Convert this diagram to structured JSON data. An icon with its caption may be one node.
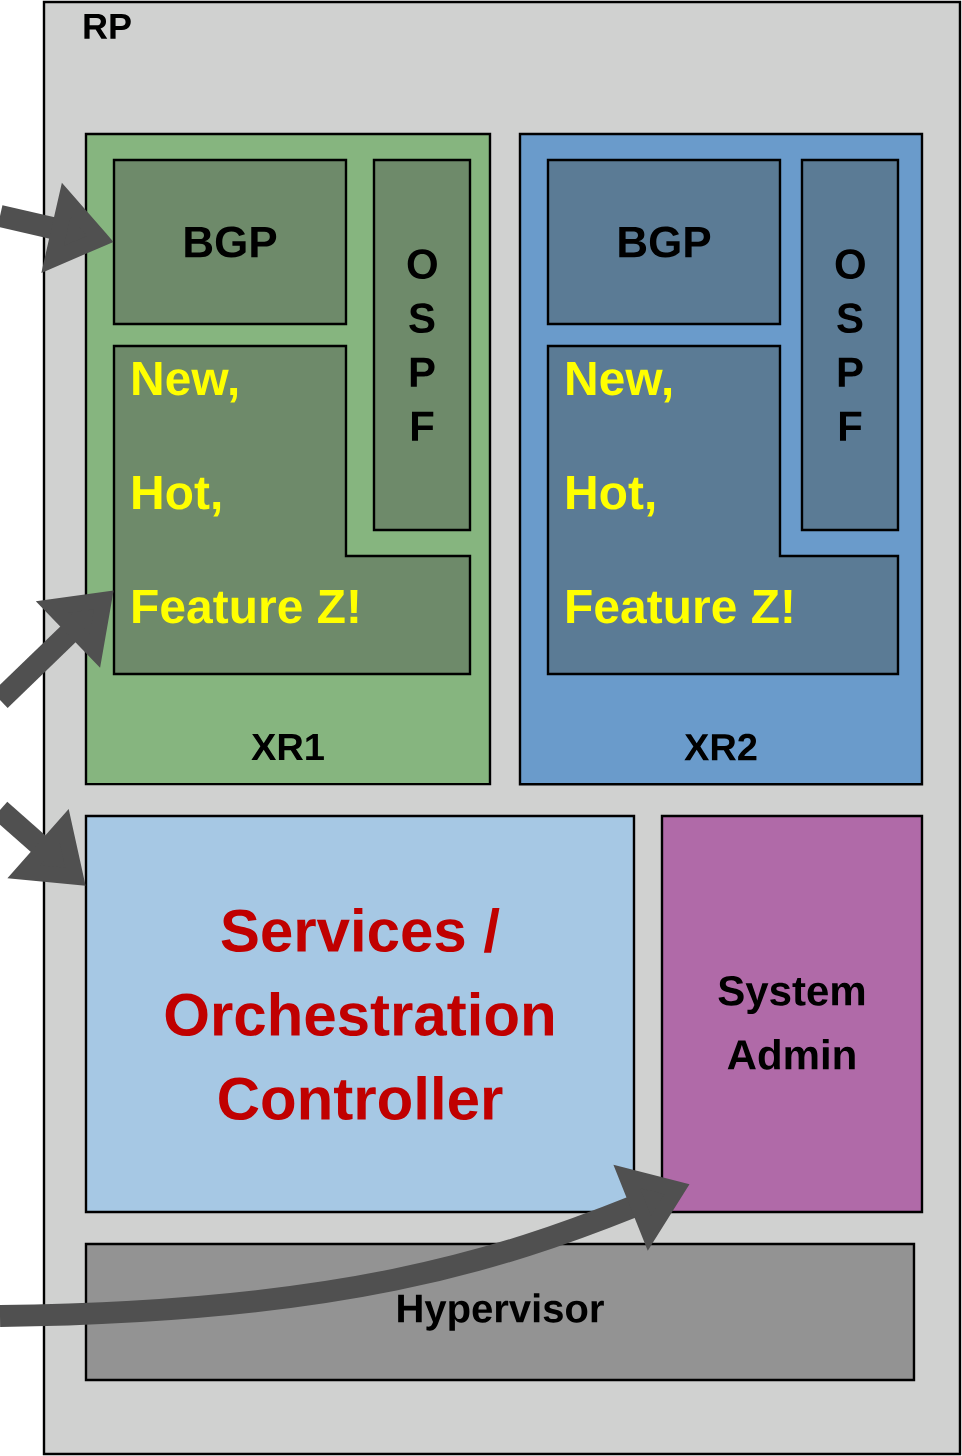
{
  "diagram": {
    "nodes": [
      {
        "text": [
          "RP"
        ]
      },
      {
        "text": [
          "XR1"
        ],
        "in": 0
      },
      {
        "text": [
          "BGP"
        ],
        "in": 1
      },
      {
        "text": [
          "O S P F"
        ],
        "in": 1
      },
      {
        "text": [
          "New, Hot, Feature Z!"
        ],
        "in": 1
      },
      {
        "text": [
          "XR2"
        ],
        "in": 0
      },
      {
        "text": [
          "BGP"
        ],
        "in": 5
      },
      {
        "text": [
          "O S P F"
        ],
        "in": 5
      },
      {
        "text": [
          "New, Hot, Feature Z!"
        ],
        "in": 5
      },
      {
        "text": [
          "Services / Orchestration Controller"
        ],
        "in": 0
      },
      {
        "text": [
          "System Admin"
        ],
        "in": 0
      },
      {
        "text": [
          "Hypervisor"
        ],
        "in": 0
      }
    ],
    "edges": [
      {
        "from": null,
        "to": 2,
        "arrow": "to"
      },
      {
        "from": null,
        "to": 4,
        "arrow": "to"
      },
      {
        "from": null,
        "to": 9,
        "arrow": "to"
      },
      {
        "from": null,
        "to": 10,
        "arrow": "to"
      }
    ]
  }
}
